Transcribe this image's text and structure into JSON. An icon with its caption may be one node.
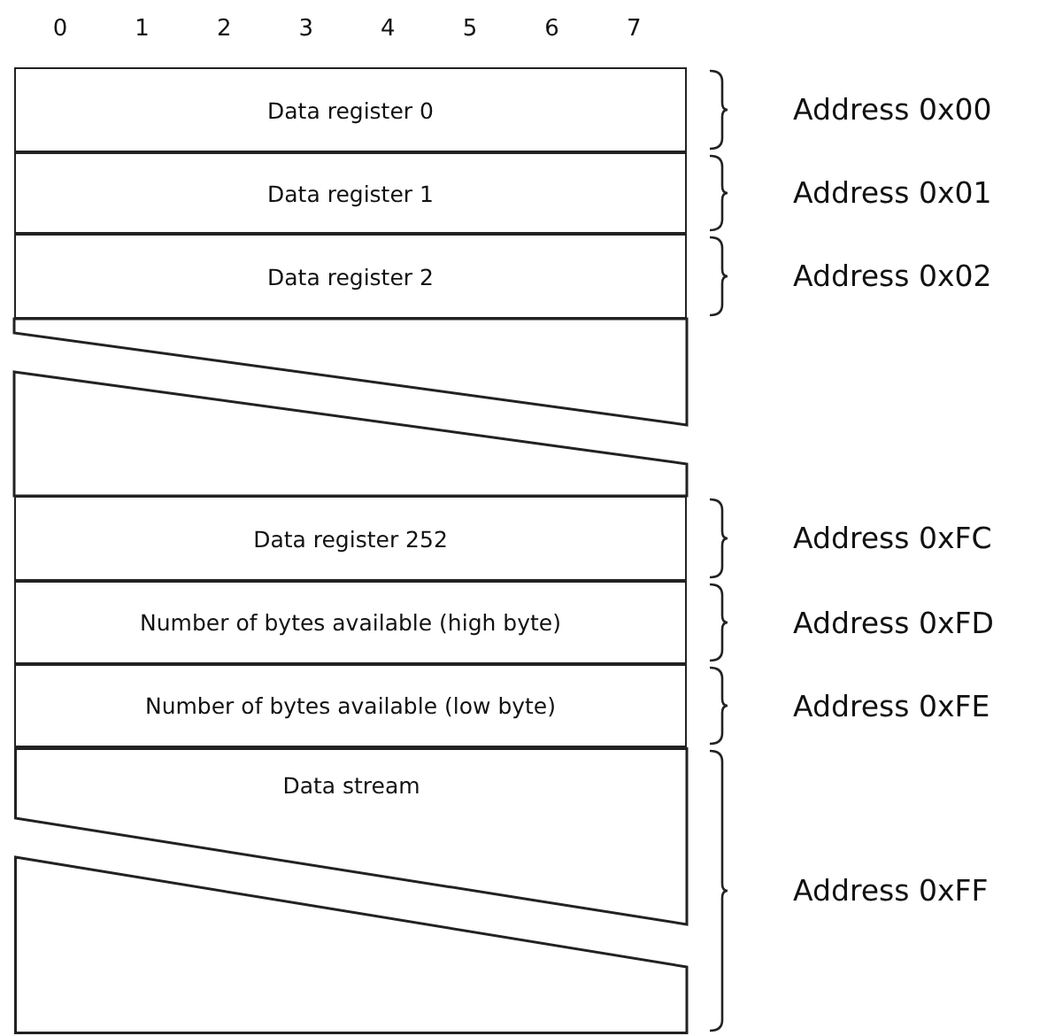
{
  "diagram": {
    "nodes": [
      {
        "text": [
          "Data register 0"
        ],
        "beside": [
          "Address 0x00"
        ]
      },
      {
        "text": [
          "Data register 1"
        ],
        "beside": [
          "Address 0x01"
        ]
      },
      {
        "text": [
          "Data register 2"
        ],
        "beside": [
          "Address 0x02"
        ]
      },
      {
        "text": [
          "Data register 252"
        ],
        "beside": [
          "Address 0xFC"
        ]
      },
      {
        "text": [
          "Number of bytes available (high byte)"
        ],
        "beside": [
          "Address 0xFD"
        ]
      },
      {
        "text": [
          "Number of bytes available (low byte)"
        ],
        "beside": [
          "Address 0xFE"
        ]
      },
      {
        "text": [
          "Data stream"
        ],
        "beside": [
          "Address 0xFF"
        ]
      }
    ],
    "labels": [
      "0",
      "1",
      "2",
      "3",
      "4",
      "5",
      "6",
      "7"
    ]
  }
}
